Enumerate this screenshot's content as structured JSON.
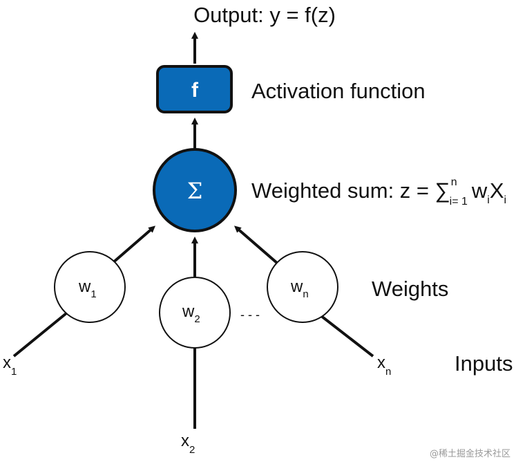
{
  "output": {
    "label": "Output: y = f(z)"
  },
  "activation": {
    "symbol": "f",
    "label": "Activation function"
  },
  "sum": {
    "symbol": "Σ",
    "label_prefix": "Weighted sum: z = ",
    "sigma": "∑",
    "upper": "n",
    "lower": "i= 1",
    "w": "w",
    "w_sub": "i",
    "x": "X",
    "x_sub": "i"
  },
  "weights": {
    "label": "Weights",
    "w1": {
      "base": "w",
      "sub": "1"
    },
    "w2": {
      "base": "w",
      "sub": "2"
    },
    "wn": {
      "base": "w",
      "sub": "n"
    },
    "ellipsis": "- - -"
  },
  "inputs": {
    "label": "Inputs",
    "x1": {
      "base": "x",
      "sub": "1"
    },
    "x2": {
      "base": "x",
      "sub": "2"
    },
    "xn": {
      "base": "x",
      "sub": "n"
    }
  },
  "colors": {
    "blue": "#0a6ab7",
    "stroke": "#111111"
  },
  "watermark": "@稀土掘金技术社区"
}
